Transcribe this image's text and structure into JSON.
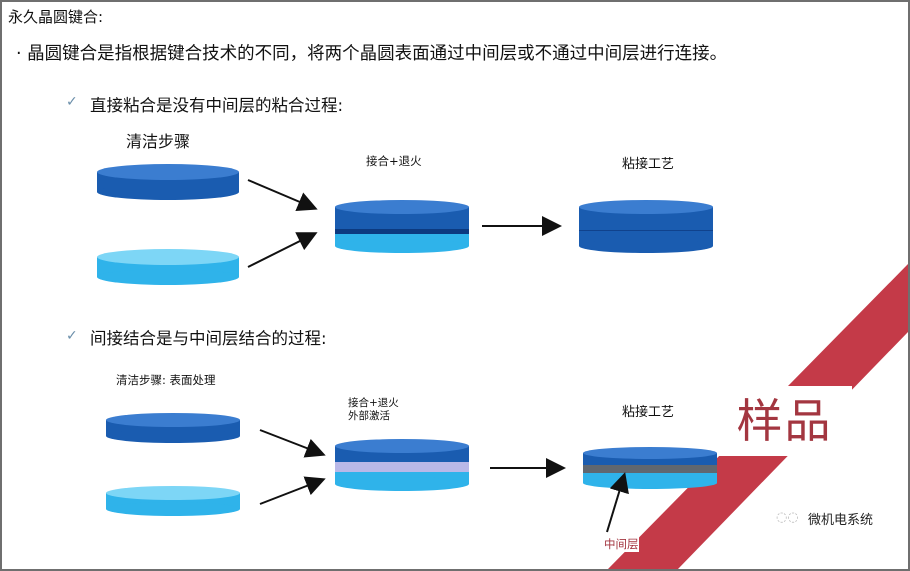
{
  "title": "永久晶圆键合:",
  "bullet": "· 晶圆键合是指根据键合技术的不同，将两个晶圆表面通过中间层或不通过中间层进行连接。",
  "section1": {
    "heading": "直接粘合是没有中间层的粘合过程:",
    "step1_label": "清洁步骤",
    "step2_label": "接合+退火",
    "step3_label": "粘接工艺"
  },
  "section2": {
    "heading": "间接结合是与中间层结合的过程:",
    "step1_label": "清洁步骤: 表面处理",
    "step2_label_line1": "接合+退火",
    "step2_label_line2": "外部激活",
    "step3_label": "粘接工艺",
    "intermediate_label": "中间层"
  },
  "stamp_text": "样品",
  "watermark_text": "微机电系统",
  "colors": {
    "dark_blue": "#1a5cb0",
    "dark_blue_top": "#3b7dd0",
    "light_blue": "#2fb3ea",
    "light_blue_top": "#7dd6f6",
    "interlayer_purple": "#b9b8e8",
    "interlayer_gray": "#606770",
    "red_band": "#c43a48",
    "stamp_red": "#a33640"
  }
}
